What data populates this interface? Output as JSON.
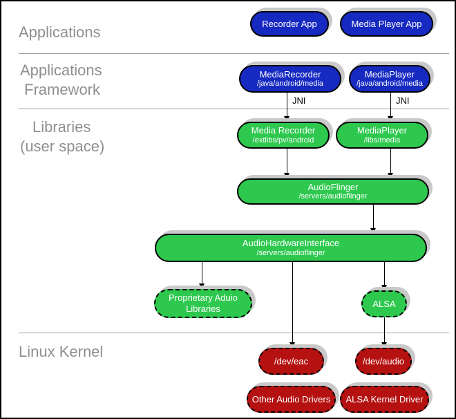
{
  "colors": {
    "node_blue": "#1629C1",
    "node_green": "#2EC84E",
    "node_red": "#B51111",
    "shadow_gray": "#C9C9C9",
    "divider_gray": "#9A9A9A",
    "label_gray": "#8F8F8F",
    "arrow_black": "#000000"
  },
  "layers": {
    "applications": {
      "line1": "Applications"
    },
    "applications_framework": {
      "line1": "Applications",
      "line2": "Framework"
    },
    "libraries": {
      "line1": "Libraries",
      "line2": "(user space)"
    },
    "linux_kernel": {
      "line1": "Linux Kernel"
    }
  },
  "nodes": {
    "recorder_app": {
      "title": "Recorder App"
    },
    "media_player_app": {
      "title": "Media Player App"
    },
    "media_recorder_fw": {
      "title": "MediaRecorder",
      "subtitle": "/java/android/media"
    },
    "media_player_fw": {
      "title": "MediaPlayer",
      "subtitle": "/java/android/media"
    },
    "media_recorder_lib": {
      "title": "Media Recorder",
      "subtitle": "/extlibs/pv/android"
    },
    "media_player_lib": {
      "title": "MediaPlayer",
      "subtitle": "/libs/media"
    },
    "audio_flinger": {
      "title": "AudioFlinger",
      "subtitle": "/servers/audioflinger"
    },
    "audio_hardware_interface": {
      "title": "AudioHardwareInterface",
      "subtitle": "/servers/audioflinger"
    },
    "proprietary_audio_libraries": {
      "title": "Proprietary Aduio Libraries"
    },
    "alsa": {
      "title": "ALSA"
    },
    "dev_eac": {
      "title": "/dev/eac"
    },
    "dev_audio": {
      "title": "/dev/audio"
    },
    "other_audio_drivers": {
      "title": "Other Audio Drivers"
    },
    "alsa_kernel_driver": {
      "title": "ALSA Kernel Driver"
    }
  },
  "labels": {
    "jni_left": "JNI",
    "jni_right": "JNI"
  }
}
